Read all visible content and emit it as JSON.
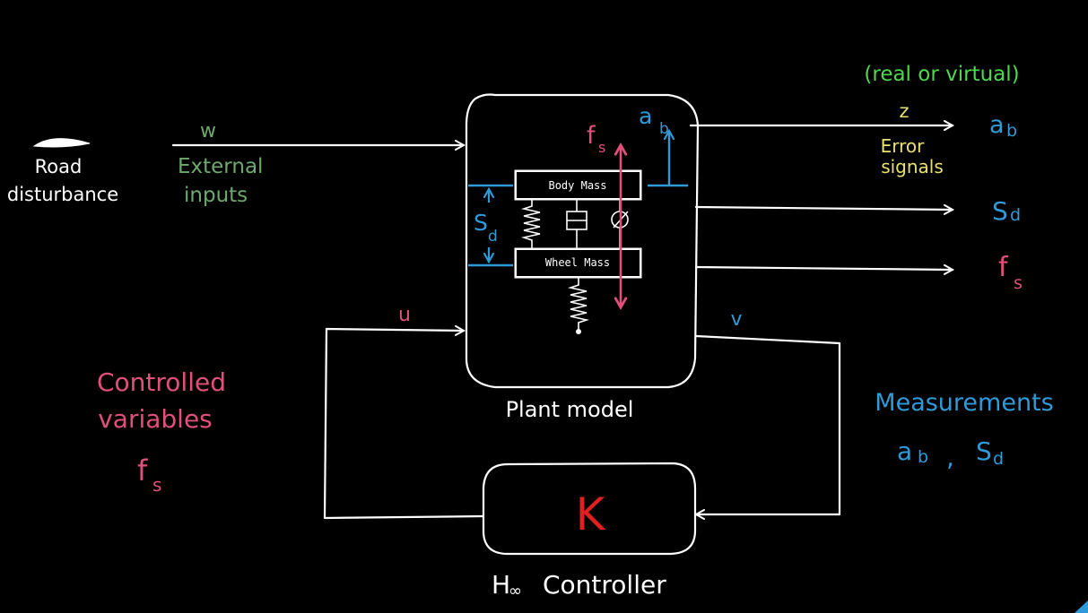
{
  "labels": {
    "road_line1": "Road",
    "road_line2": "disturbance",
    "w": "w",
    "external_line1": "External",
    "external_line2": "inputs",
    "real_or_virtual": "(real or virtual)",
    "z": "z",
    "error_line1": "Error",
    "error_line2": "signals",
    "out_ab_main": "a",
    "out_ab_sub": "b",
    "out_sd_main": "S",
    "out_sd_sub": "d",
    "out_fs_main": "f",
    "out_fs_sub": "s",
    "fs_main": "f",
    "fs_sub": "s",
    "ab_main": "a",
    "ab_sub": "b",
    "sd_main": "S",
    "sd_sub": "d",
    "body_mass": "Body Mass",
    "wheel_mass": "Wheel Mass",
    "u": "u",
    "v": "v",
    "plant_model": "Plant model",
    "controlled_line1": "Controlled",
    "controlled_line2": "variables",
    "ctrl_fs_main": "f",
    "ctrl_fs_sub": "s",
    "measurements": "Measurements",
    "meas_ab_main": "a",
    "meas_ab_sub": "b",
    "meas_comma": ",",
    "meas_sd_main": "S",
    "meas_sd_sub": "d",
    "k": "K",
    "controller_h": "H",
    "controller_inf": "∞",
    "controller_word": "Controller"
  },
  "colors": {
    "background": "#000000",
    "line": "#ffffff",
    "green": "#6fa86f",
    "lime": "#4fd84f",
    "yellow": "#e8e070",
    "blue": "#2f9ad8",
    "pink": "#e0507a",
    "red": "#e02020"
  }
}
